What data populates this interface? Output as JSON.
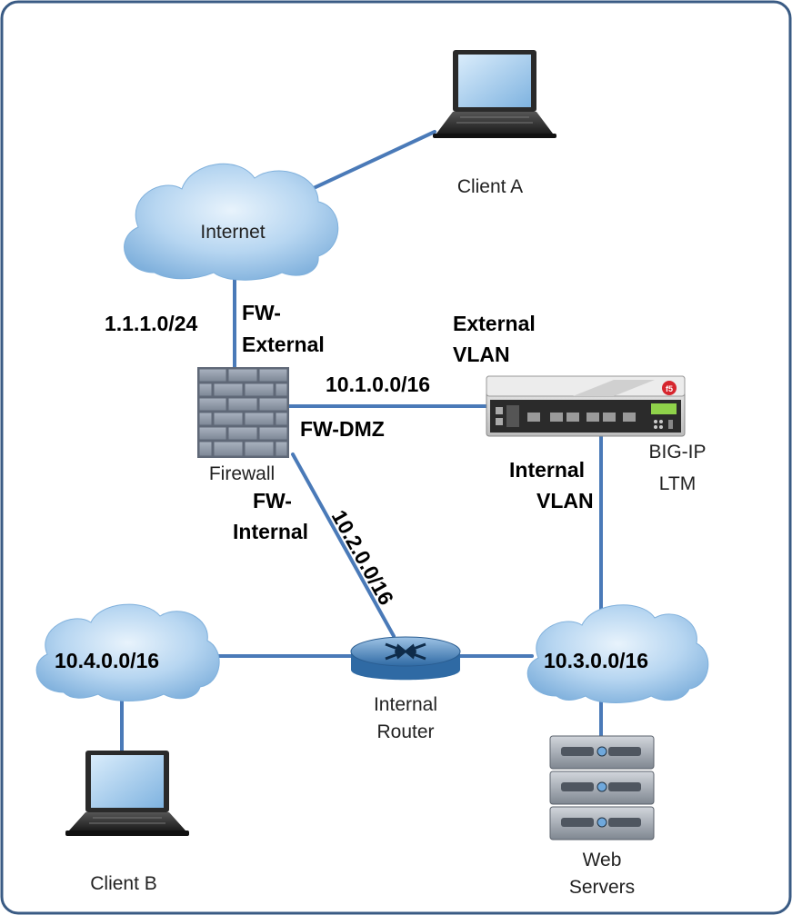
{
  "devices": {
    "client_a": "Client A",
    "client_b": "Client B",
    "internet": "Internet",
    "firewall": "Firewall",
    "bigip_line1": "BIG-IP",
    "bigip_line2": "LTM",
    "router_line1": "Internal",
    "router_line2": "Router",
    "web_line1": "Web",
    "web_line2": "Servers"
  },
  "networks": {
    "subnet_internet": "1.1.1.0/24",
    "subnet_external": "10.1.0.0/16",
    "subnet_dmz": "10.2.0.0/16",
    "subnet_web": "10.3.0.0/16",
    "subnet_client_b": "10.4.0.0/16"
  },
  "interfaces": {
    "fw_external_line1": "FW-",
    "fw_external_line2": "External",
    "fw_dmz": "FW-DMZ",
    "fw_internal_line1": "FW-",
    "fw_internal_line2": "Internal",
    "external_vlan_line1": "External",
    "external_vlan_line2": "VLAN",
    "internal_vlan_line1": "Internal",
    "internal_vlan_line2": "VLAN"
  },
  "colors": {
    "frame": "#3a5b84",
    "link": "#4a7ab8",
    "cloud": "#9fc6ea",
    "firewall_brick": "#8e98a6",
    "router": "#3f7bb5"
  }
}
